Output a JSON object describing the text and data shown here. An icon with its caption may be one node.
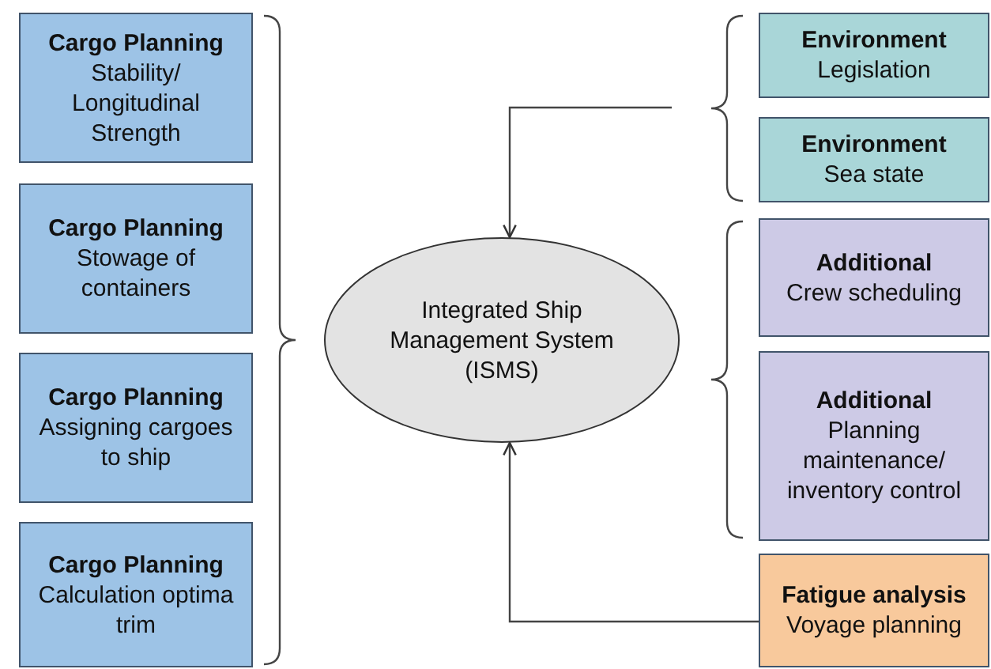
{
  "diagram": {
    "nodes": [
      {
        "text": [
          "Cargo Planning",
          "Stability/ Longitudinal Strength"
        ]
      },
      {
        "text": [
          "Cargo Planning",
          "Stowage of containers"
        ]
      },
      {
        "text": [
          "Cargo Planning",
          "Assigning cargoes to ship"
        ]
      },
      {
        "text": [
          "Cargo Planning",
          "Calculation optima trim"
        ]
      },
      {
        "text": [
          "Integrated Ship Management System (ISMS)"
        ]
      },
      {
        "text": [
          "Environment",
          "Legislation"
        ]
      },
      {
        "text": [
          "Environment",
          "Sea state"
        ]
      },
      {
        "text": [
          "Additional",
          "Crew scheduling"
        ]
      },
      {
        "text": [
          "Additional",
          "Planning maintenance/ inventory control"
        ]
      },
      {
        "text": [
          "Fatigue analysis",
          "Voyage planning"
        ]
      }
    ],
    "edges": [
      {
        "from": null,
        "to": 4,
        "arrow": "to"
      },
      {
        "from": 9,
        "to": 4,
        "arrow": "to"
      }
    ]
  }
}
